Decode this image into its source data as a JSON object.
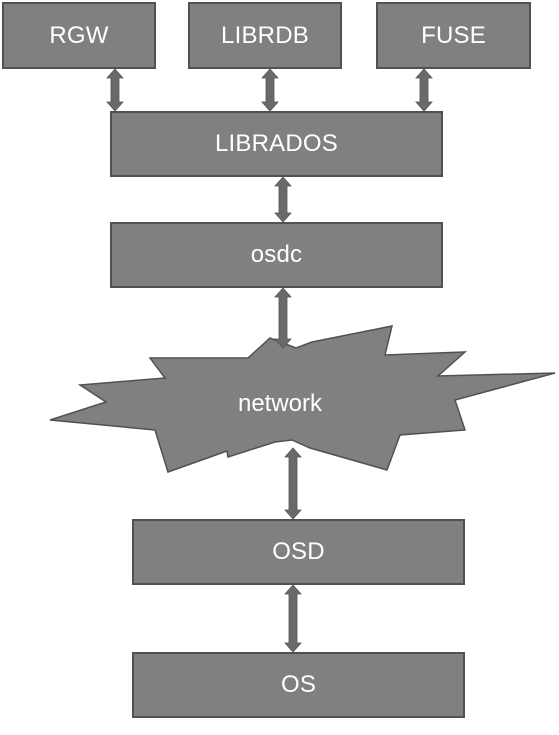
{
  "colors": {
    "box_fill": "#808080",
    "box_border": "#515151",
    "arrow": "#6a6a6a",
    "text": "#ffffff"
  },
  "nodes": {
    "rgw": "RGW",
    "librdb": "LIBRDB",
    "fuse": "FUSE",
    "librados": "LIBRADOS",
    "osdc": "osdc",
    "network": "network",
    "osd": "OSD",
    "os": "OS"
  },
  "connections": [
    {
      "from": "rgw",
      "to": "librados",
      "type": "bidirectional"
    },
    {
      "from": "librdb",
      "to": "librados",
      "type": "bidirectional"
    },
    {
      "from": "fuse",
      "to": "librados",
      "type": "bidirectional"
    },
    {
      "from": "librados",
      "to": "osdc",
      "type": "bidirectional"
    },
    {
      "from": "osdc",
      "to": "network",
      "type": "bidirectional"
    },
    {
      "from": "network",
      "to": "osd",
      "type": "bidirectional"
    },
    {
      "from": "osd",
      "to": "os",
      "type": "bidirectional"
    }
  ]
}
